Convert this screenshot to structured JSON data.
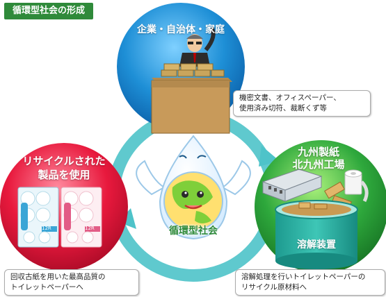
{
  "title": "循環型社会の形成",
  "top": {
    "label": "企業・自治体・家庭",
    "note_line1": "機密文書、オフィスペーパー、",
    "note_line2": "使用済み切符、裁断くず等"
  },
  "right": {
    "label_line1": "九州製紙",
    "label_line2": "北九州工場",
    "device_label": "溶解装置",
    "note_line1": "溶解処理を行いトイレットペーパーの",
    "note_line2": "リサイクル原材料へ"
  },
  "left": {
    "label_line1": "リサイクルされた",
    "label_line2": "製品を使用",
    "package_text": "12R",
    "note_line1": "回収古紙を用いた最高品質の",
    "note_line2": "トイレットペーパーへ"
  },
  "center": {
    "label": "循環型社会"
  },
  "colors": {
    "top_circle": "#1e8fd6",
    "right_circle": "#2ea83c",
    "left_circle": "#e8193d",
    "ring": "#4ec3c9",
    "title_bg": "#2f8a3a"
  }
}
